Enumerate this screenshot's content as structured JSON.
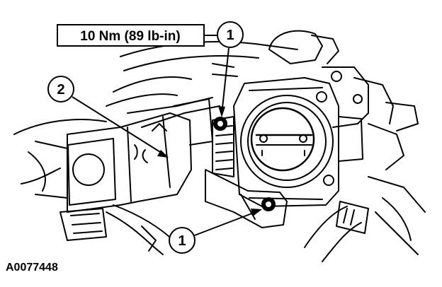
{
  "torque_spec": "10 Nm (89 lb-in)",
  "callouts": [
    {
      "id": "callout-1-top",
      "number": "1"
    },
    {
      "id": "callout-2",
      "number": "2"
    },
    {
      "id": "callout-1-bottom",
      "number": "1"
    }
  ],
  "figure_id": "A0077448",
  "colors": {
    "line": "#000000",
    "background": "#ffffff"
  }
}
